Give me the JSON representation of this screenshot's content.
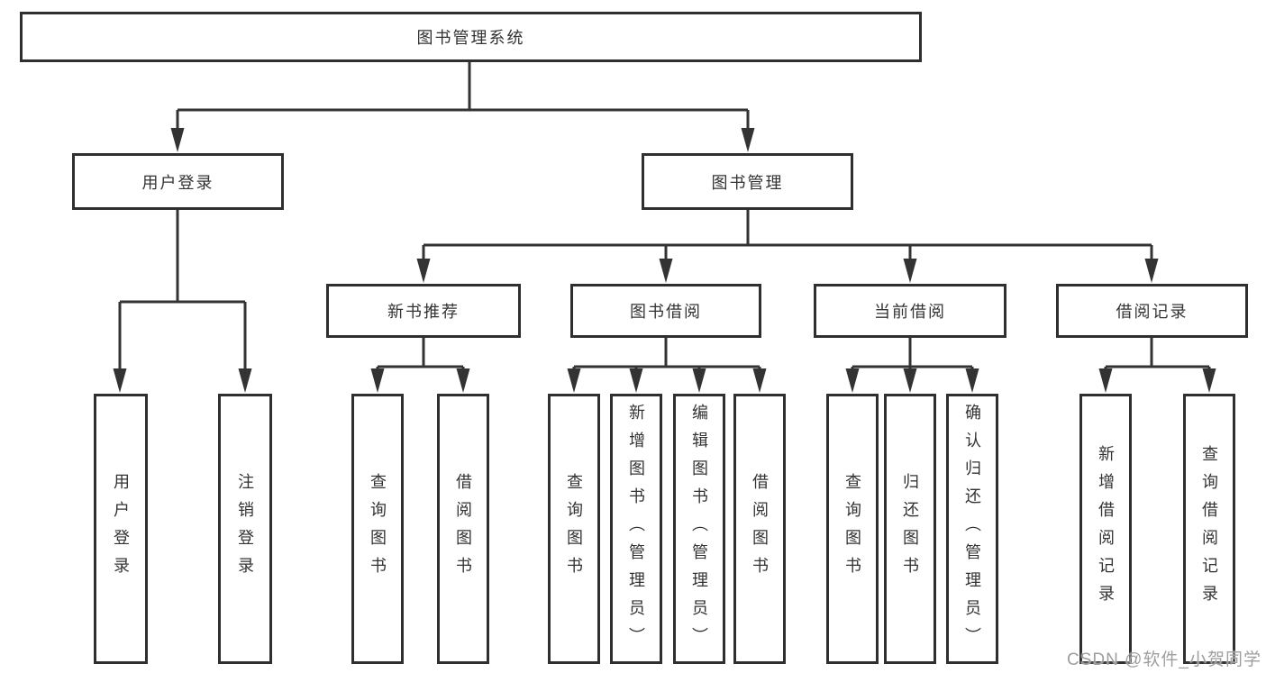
{
  "diagram": {
    "root": {
      "label": "图书管理系统"
    },
    "branches": [
      {
        "label": "用户登录",
        "children": [
          {
            "label": "用户登录"
          },
          {
            "label": "注销登录"
          }
        ]
      },
      {
        "label": "图书管理",
        "children": [
          {
            "label": "新书推荐",
            "children": [
              {
                "label": "查询图书"
              },
              {
                "label": "借阅图书"
              }
            ]
          },
          {
            "label": "图书借阅",
            "children": [
              {
                "label": "查询图书"
              },
              {
                "label": "新增图书（管理员）"
              },
              {
                "label": "编辑图书（管理员）"
              },
              {
                "label": "借阅图书"
              }
            ]
          },
          {
            "label": "当前借阅",
            "children": [
              {
                "label": "查询图书"
              },
              {
                "label": "归还图书"
              },
              {
                "label": "确认归还（管理员）"
              }
            ]
          },
          {
            "label": "借阅记录",
            "children": [
              {
                "label": "新增借阅记录"
              },
              {
                "label": "查询借阅记录"
              }
            ]
          }
        ]
      }
    ]
  },
  "watermark": {
    "text": "CSDN @软件_小贺同学"
  },
  "colors": {
    "line": "#333333",
    "box_border": "#2f2f2f",
    "text": "#333333",
    "watermark": "#9e9e9e",
    "background": "#ffffff"
  }
}
